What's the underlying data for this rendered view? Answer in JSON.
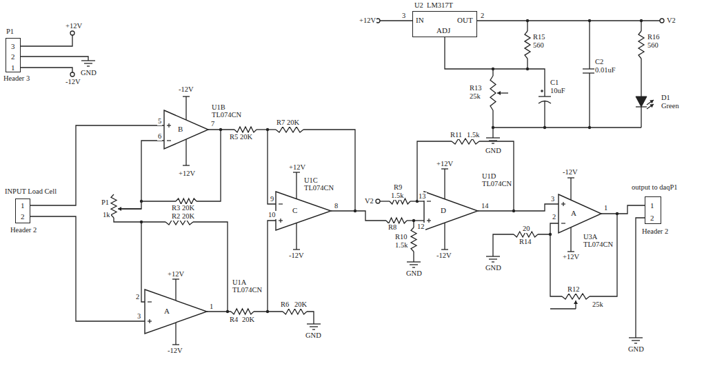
{
  "diagram": {
    "nodes": [
      {
        "text": [
          "3",
          "2",
          "1"
        ]
      },
      {
        "text": [
          "1",
          "2"
        ]
      },
      {
        "text": [
          "B"
        ]
      },
      {
        "text": [
          "A"
        ]
      },
      {
        "text": [
          "C"
        ]
      },
      {
        "text": [
          "D"
        ]
      },
      {
        "text": [
          "A"
        ]
      },
      {
        "text": [
          "1",
          "2"
        ]
      },
      {
        "text": [
          "IN",
          "OUT",
          "ADJ"
        ]
      }
    ],
    "edges": [
      {
        "from": 1,
        "to": 2,
        "arrow": "none"
      },
      {
        "from": 1,
        "to": 3,
        "arrow": "none"
      },
      {
        "from": 5,
        "to": 6,
        "arrow": "none"
      },
      {
        "from": 6,
        "to": 7,
        "arrow": "none"
      }
    ],
    "labels": [
      "P1",
      "+12V",
      "GND",
      "-12V",
      "Header 3",
      "INPUT Load Cell",
      "Header 2",
      "U1B",
      "TL074CN",
      "5",
      "6",
      "7",
      "-12V",
      "+12V",
      "R7 20K",
      "R5 20K",
      "R3 20K",
      "P1",
      "1k",
      "R2 20K",
      "2",
      "3",
      "1",
      "+12V",
      "-12V",
      "U1A",
      "TL074CN",
      "R4",
      "20K",
      "R6",
      "20K",
      "GND",
      "9",
      "10",
      "8",
      "+12V",
      "-12V",
      "U1C",
      "TL074CN",
      "V2",
      "R9",
      "1.5k",
      "R8",
      "R10",
      "1.5k",
      "GND",
      "R11",
      "1.5k",
      "13",
      "12",
      "14",
      "+12V",
      "-12V",
      "U1D",
      "TL074CN",
      "-12V",
      "+12V",
      "3",
      "2",
      "1",
      "U3A",
      "TL074CN",
      "20",
      "R14",
      "GND",
      "R12",
      "25k",
      "GND",
      "output to daqP1",
      "Header 2",
      "U2",
      "LM317T",
      "+12V",
      "3",
      "2",
      "V2",
      "R15",
      "560",
      "C1",
      "10uF",
      "C2",
      "0.01uF",
      "R16",
      "560",
      "D1",
      "Green",
      "R13",
      "25k",
      "GND"
    ]
  }
}
